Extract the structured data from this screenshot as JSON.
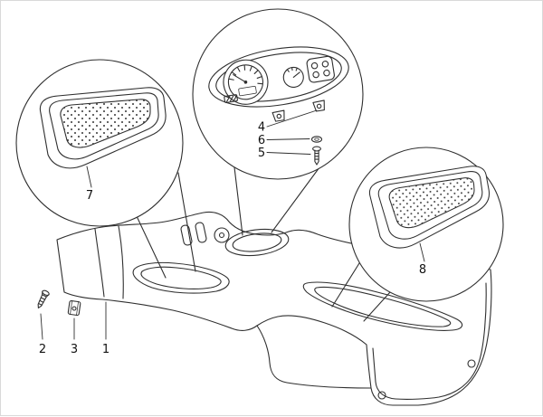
{
  "diagram": {
    "kind": "exploded-parts-diagram",
    "background": "#ffffff",
    "line_color": "#2f2f2f",
    "labels": {
      "part1": "1",
      "part2": "2",
      "part3": "3",
      "part4": "4",
      "part5": "5",
      "part6": "6",
      "part7": "7",
      "part8": "8"
    }
  }
}
